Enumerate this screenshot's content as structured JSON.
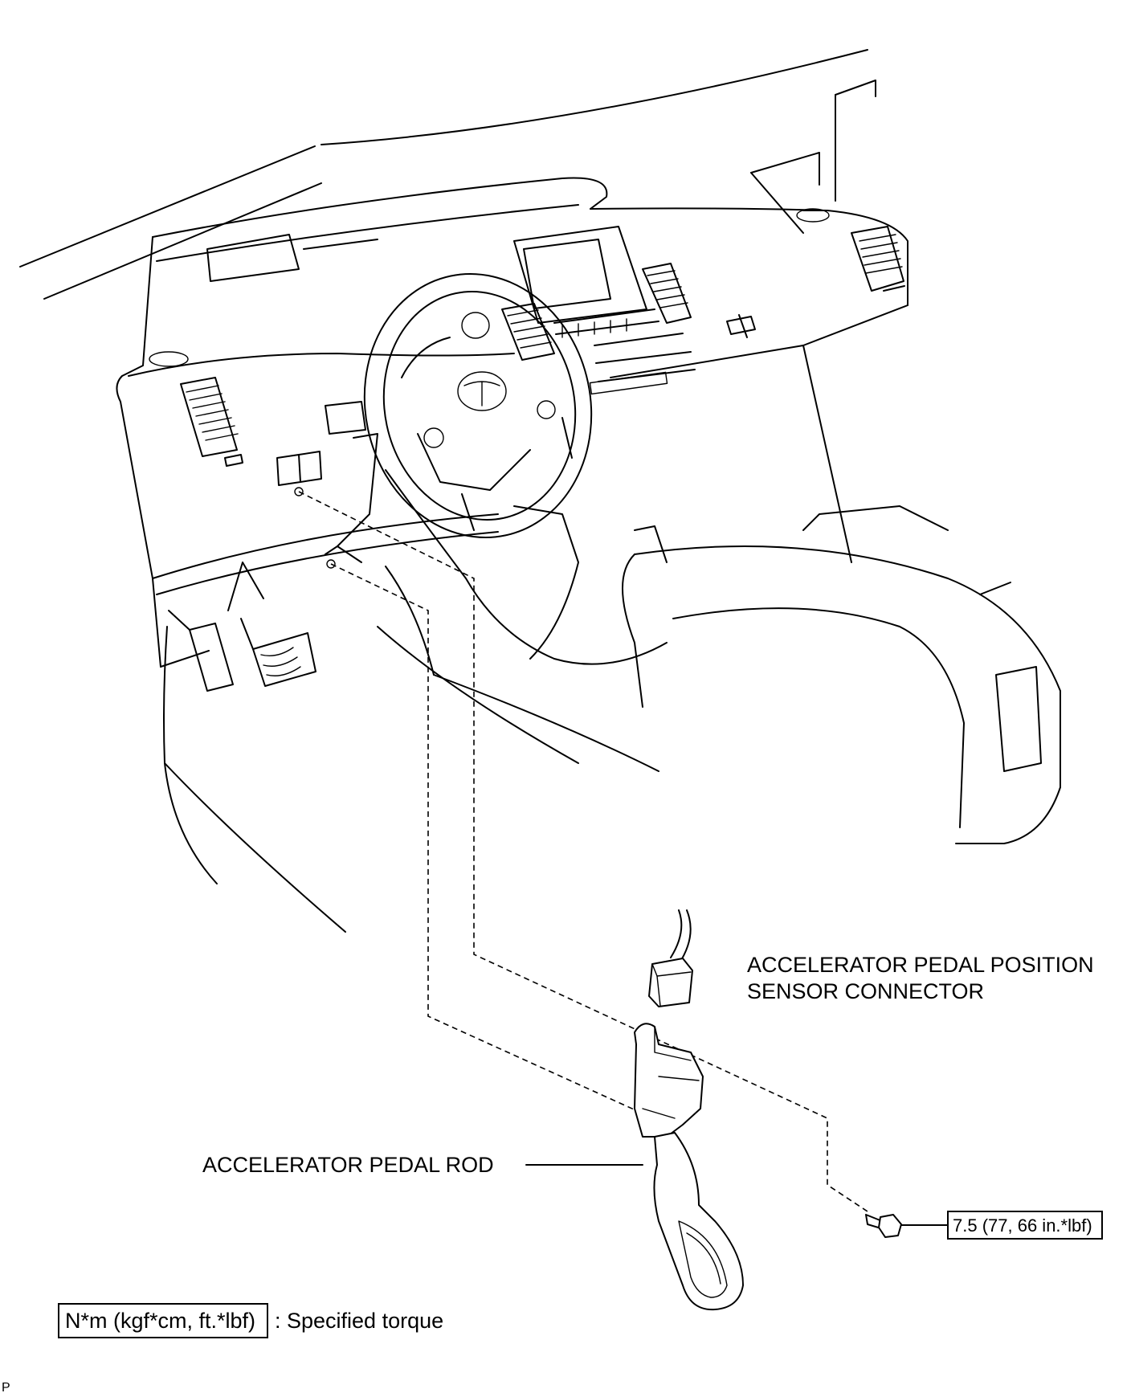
{
  "labels": {
    "connector_line1": "ACCELERATOR PEDAL POSITION",
    "connector_line2": "SENSOR CONNECTOR",
    "pedal_rod": "ACCELERATOR PEDAL ROD",
    "torque_value": "7.5 (77, 66 in.*lbf)",
    "legend_box": "N*m (kgf*cm, ft.*lbf)",
    "legend_text": ": Specified torque",
    "corner_code": "P"
  }
}
